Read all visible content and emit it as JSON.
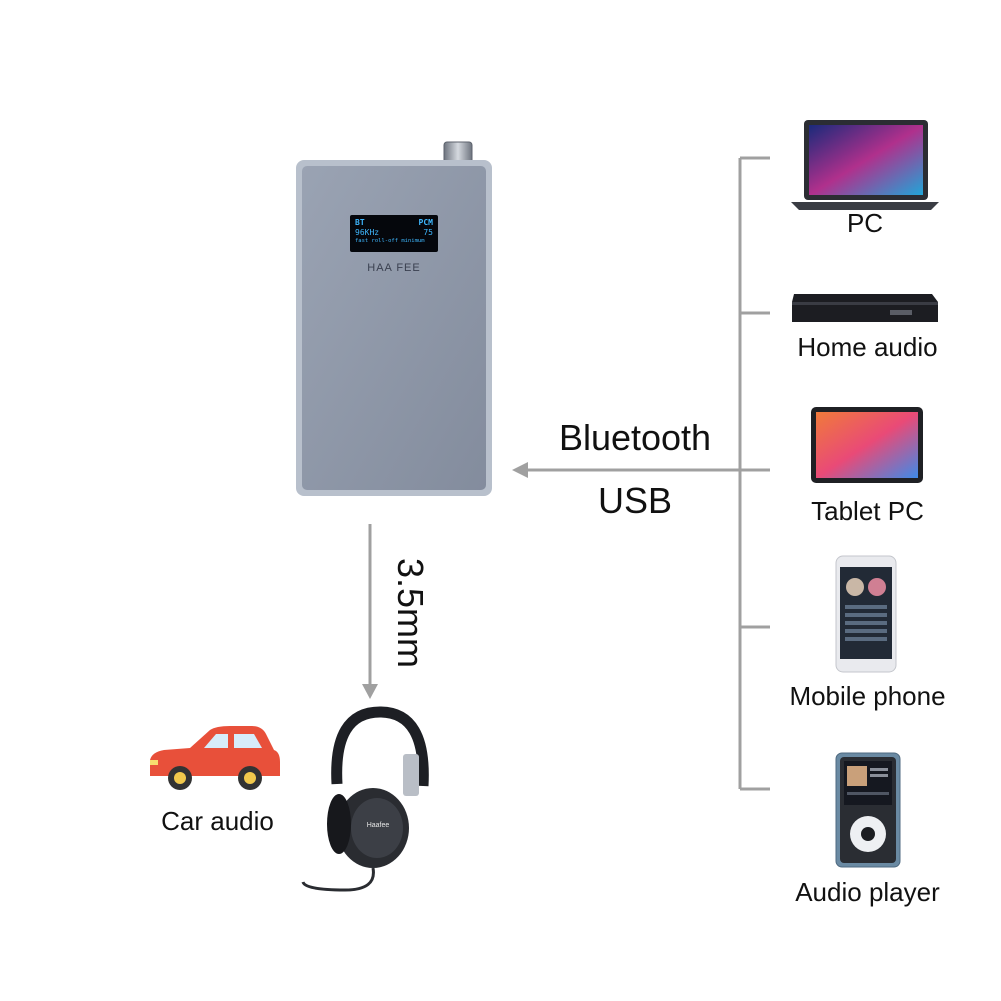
{
  "dac": {
    "brand": "HAA FEE",
    "screen": {
      "line1_left": "BT",
      "line1_right": "PCM",
      "line2_left": "96KHz",
      "line2_right": "75",
      "line3": "fast roll-off minimum"
    }
  },
  "connection": {
    "label_top": "Bluetooth",
    "label_bottom": "USB",
    "output_label": "3.5mm"
  },
  "sources": [
    {
      "label": "PC",
      "icon": "laptop-icon"
    },
    {
      "label": "Home audio",
      "icon": "bluray-player-icon"
    },
    {
      "label": "Tablet PC",
      "icon": "tablet-icon"
    },
    {
      "label": "Mobile phone",
      "icon": "smartphone-icon"
    },
    {
      "label": "Audio player",
      "icon": "audio-player-icon"
    }
  ],
  "outputs": [
    {
      "label": "Car audio",
      "icon": "car-icon"
    },
    {
      "label": "",
      "icon": "headphones-icon",
      "brand": "Haafee"
    }
  ],
  "colors": {
    "line": "#a0a0a0",
    "dac_body": "#8e97a8",
    "car": "#e8503a",
    "screen_text": "#3fb8ff"
  }
}
